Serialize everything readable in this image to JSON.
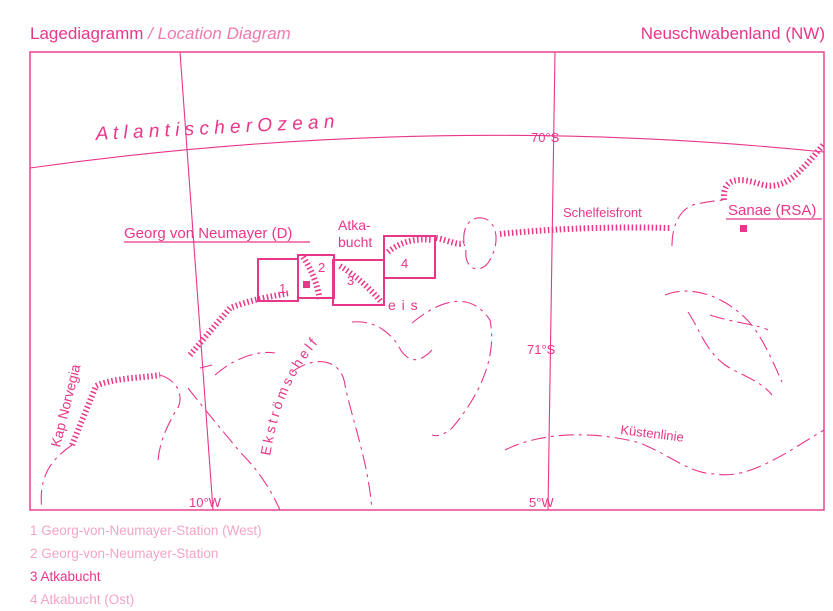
{
  "header": {
    "title_de": "Lagediagramm",
    "separator": "/",
    "title_en": "Location Diagram",
    "region": "Neuschwabenland (NW)"
  },
  "map": {
    "ocean": "A t l a n t i s c h e r   O z e a n",
    "lat_70": "70°S",
    "lat_71": "71°S",
    "lon_10": "10°W",
    "lon_5": "5°W",
    "shelf_front": "Schelfeisfront",
    "coastline": "Küstenlinie",
    "station_neumayer": "Georg von Neumayer (D)",
    "station_sanae": "Sanae (RSA)",
    "bay_line1": "Atka-",
    "bay_line2": "bucht",
    "ice_shelf": "Ekströmschelf",
    "ice_shelf_suffix": "e i s",
    "cape": "Kap Norvegia",
    "box_1": "1",
    "box_2": "2",
    "box_3": "3",
    "box_4": "4"
  },
  "legend": {
    "items": [
      {
        "label": "1 Georg-von-Neumayer-Station (West)",
        "active": false
      },
      {
        "label": "2 Georg-von-Neumayer-Station",
        "active": false
      },
      {
        "label": "3 Atkabucht",
        "active": true
      },
      {
        "label": "4 Atkabucht (Ost)",
        "active": false
      }
    ]
  },
  "colors": {
    "ink": "#e8368a",
    "light": "#f3a4c7",
    "background": "#ffffff"
  }
}
